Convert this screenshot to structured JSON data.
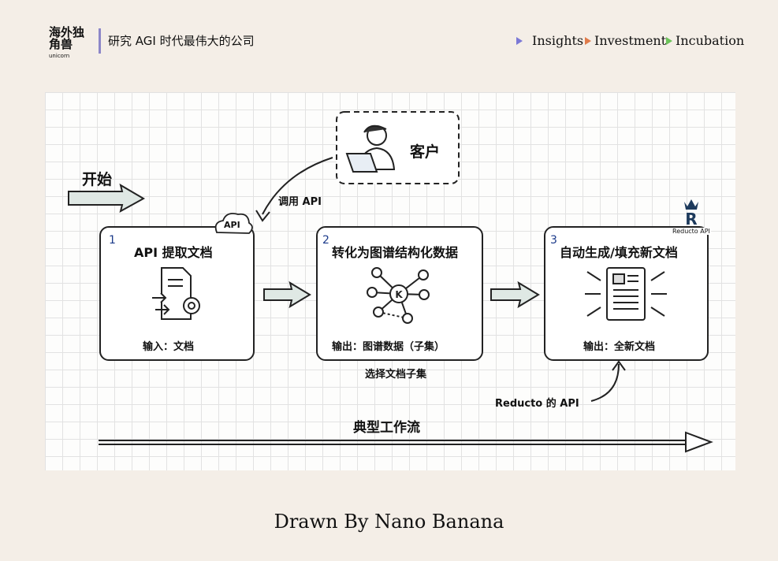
{
  "header": {
    "logo_text": "海外独角兽",
    "logo_sub": "unicorn",
    "tagline": "研究 AGI 时代最伟大的公司",
    "nav": [
      {
        "label": "Insights",
        "color": "#7b78d6"
      },
      {
        "label": "Investment",
        "color": "#e07b4a"
      },
      {
        "label": "Incubation",
        "color": "#6cc35a"
      }
    ]
  },
  "diagram": {
    "start_label": "开始",
    "customer_label": "客户",
    "call_api_label": "调用 API",
    "cloud_label": "API",
    "steps": [
      {
        "number": "1",
        "title": "API 提取文档",
        "output": "输入：文档"
      },
      {
        "number": "2",
        "title": "转化为图谱结构化数据",
        "output": "输出：图谱数据（子集）",
        "note": "选择文档子集"
      },
      {
        "number": "3",
        "title": "自动生成/填充新文档",
        "output": "输出：全新文档"
      }
    ],
    "reducto_logo": "Reducto API",
    "reducto_api_label": "Reducto 的 API",
    "workflow_label": "典型工作流"
  },
  "footer": {
    "caption": "Drawn By Nano Banana"
  }
}
